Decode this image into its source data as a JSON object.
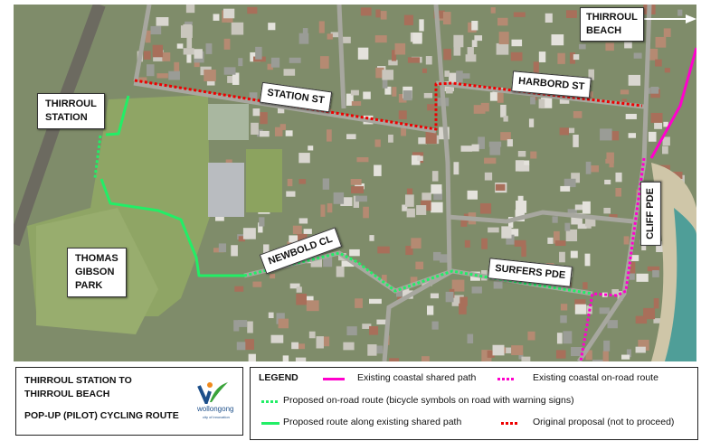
{
  "map": {
    "labels": {
      "thirroul_beach": [
        "THIRROUL",
        "BEACH"
      ],
      "thirroul_station": [
        "THIRROUL",
        "STATION"
      ],
      "thomas_gibson_park": [
        "THOMAS",
        "GIBSON",
        "PARK"
      ],
      "station_st": "STATION ST",
      "harbord_st": "HARBORD ST",
      "newbold_cl": "NEWBOLD CL",
      "surfers_pde": "SURFERS PDE",
      "cliff_pde": "CLIFF PDE"
    }
  },
  "title_box": {
    "line1": "THIRROUL STATION TO",
    "line2": "THIRROUL BEACH",
    "line3": "POP-UP (PILOT) CYCLING ROUTE",
    "logo_text": "wollongong",
    "logo_tagline": "city of innovation"
  },
  "legend": {
    "title": "LEGEND",
    "items": [
      {
        "label": "Existing coastal shared path",
        "color": "#ff00cc",
        "style": "solid"
      },
      {
        "label": "Existing coastal on-road route",
        "color": "#ff00cc",
        "style": "dotted"
      },
      {
        "label": "Proposed on-road route (bicycle symbols on road with warning signs)",
        "color": "#22ee66",
        "style": "dotted"
      },
      {
        "label": "Proposed route along existing shared path",
        "color": "#22ee66",
        "style": "solid"
      },
      {
        "label": "Original proposal (not to proceed)",
        "color": "#ee0000",
        "style": "dotted"
      }
    ]
  }
}
